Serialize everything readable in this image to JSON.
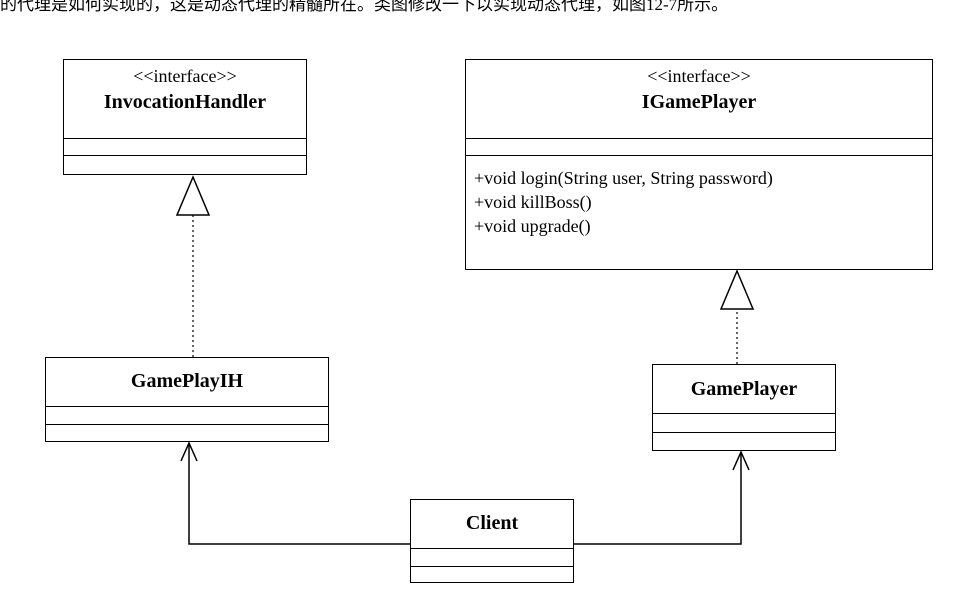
{
  "header_text": "的代理是如何实现的，这是动态代理的精髓所在。类图修改一下以实现动态代理，如图12-7所示。",
  "classes": {
    "invocation_handler": {
      "stereotype": "<<interface>>",
      "name": "InvocationHandler"
    },
    "igameplayer": {
      "stereotype": "<<interface>>",
      "name": "IGamePlayer",
      "methods": [
        "+void login(String user, String password)",
        "+void killBoss()",
        "+void upgrade()"
      ]
    },
    "gameplayih": {
      "name": "GamePlayIH"
    },
    "gameplayer": {
      "name": "GamePlayer"
    },
    "client": {
      "name": "Client"
    }
  }
}
